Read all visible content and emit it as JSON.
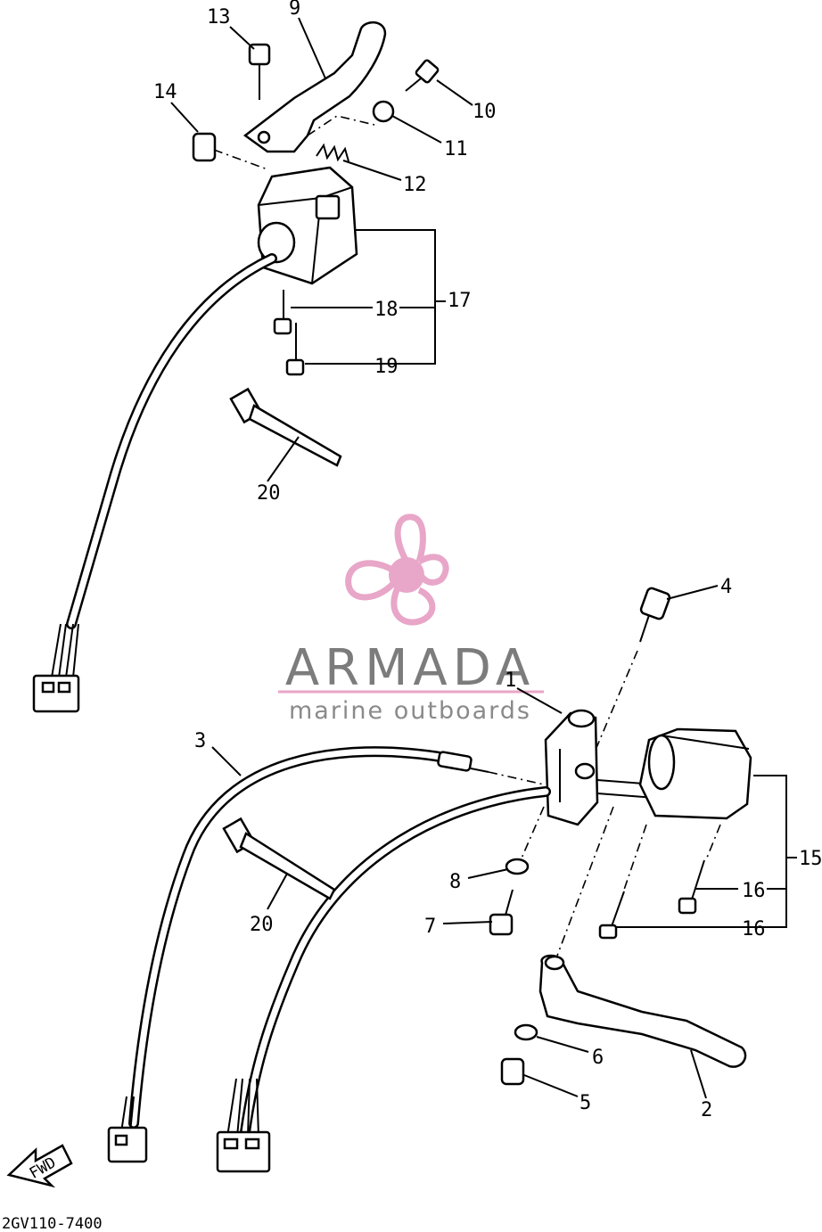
{
  "diagram": {
    "code": "2GV110-7400",
    "fwd_label": "FWD",
    "watermark": {
      "brand": "ARMADA",
      "tagline": "marine outboards",
      "color": "#e8a6c8"
    },
    "callouts": [
      {
        "id": "c1",
        "text": "1"
      },
      {
        "id": "c2",
        "text": "2"
      },
      {
        "id": "c3",
        "text": "3"
      },
      {
        "id": "c4",
        "text": "4"
      },
      {
        "id": "c5",
        "text": "5"
      },
      {
        "id": "c6",
        "text": "6"
      },
      {
        "id": "c7",
        "text": "7"
      },
      {
        "id": "c8",
        "text": "8"
      },
      {
        "id": "c9",
        "text": "9"
      },
      {
        "id": "c10",
        "text": "10"
      },
      {
        "id": "c11",
        "text": "11"
      },
      {
        "id": "c12",
        "text": "12"
      },
      {
        "id": "c13",
        "text": "13"
      },
      {
        "id": "c14",
        "text": "14"
      },
      {
        "id": "c15",
        "text": "15"
      },
      {
        "id": "c16a",
        "text": "16"
      },
      {
        "id": "c16b",
        "text": "16"
      },
      {
        "id": "c17",
        "text": "17"
      },
      {
        "id": "c18",
        "text": "18"
      },
      {
        "id": "c19",
        "text": "19"
      },
      {
        "id": "c20a",
        "text": "20"
      },
      {
        "id": "c20b",
        "text": "20"
      }
    ]
  }
}
